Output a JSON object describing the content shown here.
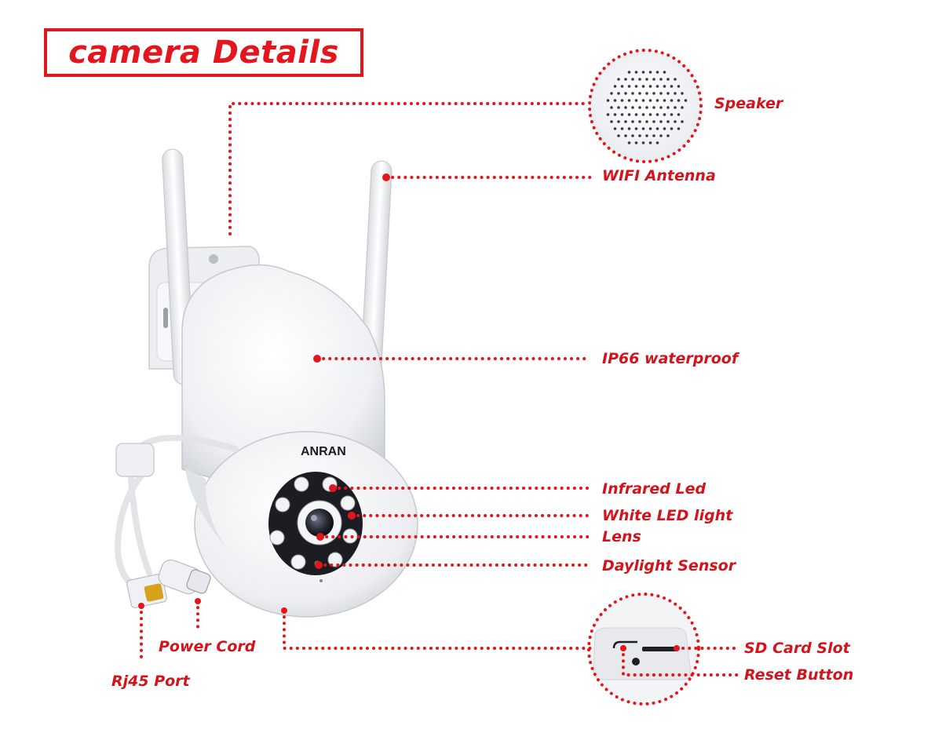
{
  "title": "camera Details",
  "brand": {
    "logo_text": "ANRAN"
  },
  "colors": {
    "accent": "#e3161e",
    "label": "#d2141c",
    "camera_body": "#f4f5f7",
    "lens_plate": "#1c1d22"
  },
  "callouts": {
    "speaker": "Speaker",
    "wifi_antenna": "WIFI Antenna",
    "ip66_waterproof": "IP66 waterproof",
    "infrared_led": "Infrared Led",
    "white_led_light": "White LED light",
    "lens": "Lens",
    "daylight_sensor": "Daylight Sensor",
    "power_cord": "Power Cord",
    "rj45_port": "Rj45 Port",
    "sd_card_slot": "SD Card Slot",
    "reset_button": "Reset Button"
  }
}
